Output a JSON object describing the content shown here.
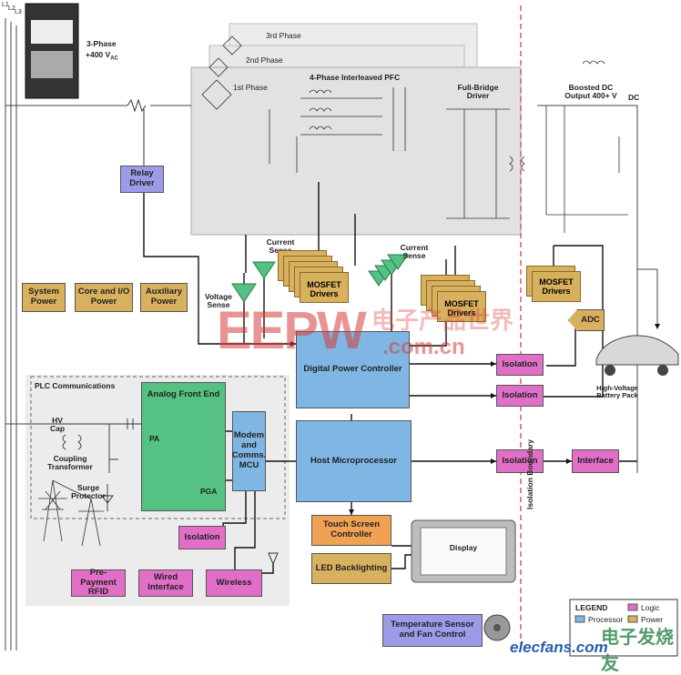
{
  "mains": {
    "phase_labels": [
      "L1",
      "L2",
      "L3"
    ],
    "input_label": "3-Phase",
    "input_voltage": "+400 V",
    "input_voltage_sub": "AC"
  },
  "power_stage": {
    "phase_3": "3rd Phase",
    "phase_2": "2nd Phase",
    "phase_1": "1st Phase",
    "pfc": "4-Phase Interleaved PFC",
    "full_bridge_line1": "Full-Bridge",
    "full_bridge_line2": "Driver",
    "boosted_line1": "Boosted DC",
    "boosted_line2": "Output 400+ V",
    "dc": "DC"
  },
  "blocks": {
    "relay_driver": "Relay Driver",
    "system_power": "System Power",
    "core_io_power": "Core and I/O Power",
    "auxiliary_power": "Auxiliary Power",
    "mosfet_drivers_1": "MOSFET Drivers",
    "mosfet_drivers_2": "MOSFET Drivers",
    "mosfet_drivers_3": "MOSFET Drivers",
    "adc": "ADC",
    "isolation_1": "Isolation",
    "isolation_2": "Isolation",
    "isolation_3": "Isolation",
    "isolation_plc": "Isolation",
    "interface": "Interface",
    "digital_power_controller": "Digital Power Controller",
    "host_microprocessor": "Host Microprocessor",
    "touch_screen_controller": "Touch Screen Controller",
    "led_backlighting": "LED Backlighting",
    "display": "Display",
    "analog_front_end": "Analog Front End",
    "pa": "PA",
    "pga": "PGA",
    "modem_mcu": "Modem and Comms. MCU",
    "pre_payment_rfid": "Pre-Payment RFID",
    "wired_interface": "Wired Interface",
    "wireless": "Wireless",
    "temperature_sensor": "Temperature Sensor and Fan Control"
  },
  "sense_labels": {
    "current_sense_1": "Current Sense",
    "current_sense_2": "Current Sense",
    "voltage_sense": "Voltage Sense"
  },
  "plc": {
    "title": "PLC Communications",
    "hv_cap_line1": "HV",
    "hv_cap_line2": "Cap",
    "coupling_line1": "Coupling",
    "coupling_line2": "Transformer",
    "surge_line1": "Surge",
    "surge_line2": "Protector"
  },
  "boundary_label": "Isolation Boundary",
  "vehicle_label_line1": "High-Voltage",
  "vehicle_label_line2": "Battery Pack",
  "legend": {
    "title": "LEGEND",
    "items": [
      "Logic",
      "Processor",
      "Power"
    ]
  },
  "watermarks": {
    "eepw": "EEPW",
    "eepw_cn": "电子产品世界",
    "eepw_url": ".com.cn",
    "elecfans": "elecfans.com",
    "elecfans_cn": "电子发烧友"
  },
  "colors": {
    "isolation": "#e16fc8",
    "power": "#d8b15e",
    "processor": "#7fb6e3",
    "analog": "#55c183",
    "interface_orange": "#f1a154",
    "temp": "#9b9be8"
  }
}
